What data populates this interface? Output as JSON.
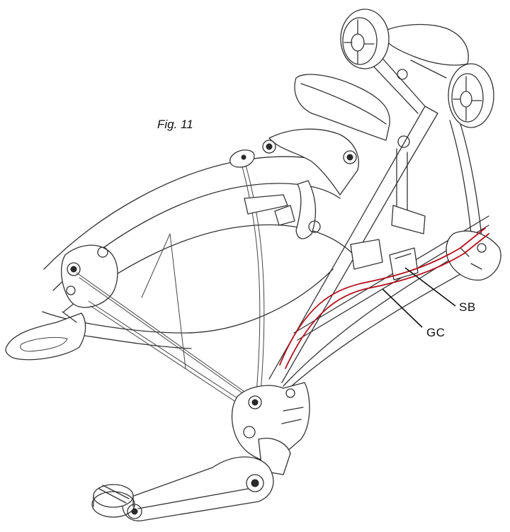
{
  "figure": {
    "title": "Fig. 11",
    "callouts": {
      "sb": "SB",
      "gc": "GC"
    }
  },
  "colors": {
    "line": "#333333",
    "cable_highlight": "#b2121c",
    "background": "#ffffff"
  }
}
